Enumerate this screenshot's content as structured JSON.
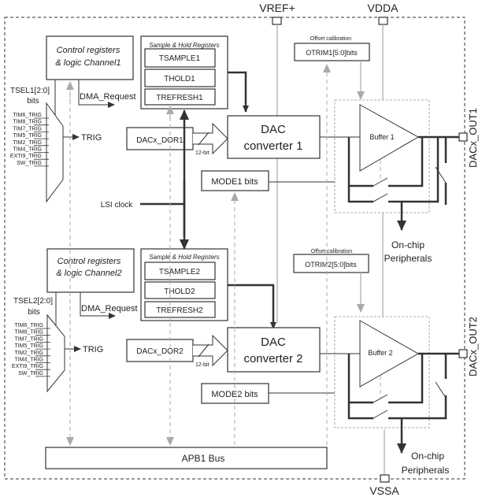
{
  "pins": {
    "vref": "VREF+",
    "vdda": "VDDA",
    "vssa": "VSSA",
    "out1": "DACx_OUT1",
    "out2": "DACx_OUT2"
  },
  "channel1": {
    "control_line1": "Control  registers",
    "control_line2": "& logic  Channel1",
    "tsel_line1": "TSEL1[2:0]",
    "tsel_line2": "bits",
    "triggers": [
      "TIM6_TRIG",
      "TIM8_TRIG",
      "TIM7_TRIG",
      "TIM5_TRIG",
      "TIM2_TRIG",
      "TIM4_TRIG",
      "EXTI9_TRIG",
      "SW_TRIG"
    ],
    "trig_label": "TRIG",
    "dma_label": "DMA_Request",
    "sh_title": "Sample & Hold Registers",
    "sh_regs": [
      "TSAMPLE1",
      "THOLD1",
      "TREFRESH1"
    ],
    "dor": "DACx_DOR1",
    "bus_width": "12-bit",
    "dac_line1": "DAC",
    "dac_line2": "converter 1",
    "mode": "MODE1 bits",
    "offset_title": "Offset calibration",
    "otrim": "OTRIM1[5:0]bits",
    "buffer": "Buffer 1",
    "onchip_line1": "On-chip",
    "onchip_line2": "Peripherals"
  },
  "channel2": {
    "control_line1": "Control  registers",
    "control_line2": "& logic Channel2",
    "tsel_line1": "TSEL2[2:0]",
    "tsel_line2": "bits",
    "triggers": [
      "TIM6_TRIG",
      "TIM8_TRIG",
      "TIM7_TRIG",
      "TIM5_TRIG",
      "TIM2_TRIG",
      "TIM4_TRIG",
      "EXTI9_TRIG",
      "SW_TRIG"
    ],
    "trig_label": "TRIG",
    "dma_label": "DMA_Request",
    "sh_title": "Sample & Hold Registers",
    "sh_regs": [
      "TSAMPLE2",
      "THOLD2",
      "TREFRESH2"
    ],
    "dor": "DACx_DOR2",
    "bus_width": "12-bit",
    "dac_line1": "DAC",
    "dac_line2": "converter 2",
    "mode": "MODE2 bits",
    "offset_title": "Offset calibration",
    "otrim": "OTRIM2[5:0]bits",
    "buffer": "Buffer 2",
    "onchip_line1": "On-chip",
    "onchip_line2": "Peripherals"
  },
  "shared": {
    "lsi_clock": "LSI clock",
    "apb_bus": "APB1 Bus"
  }
}
